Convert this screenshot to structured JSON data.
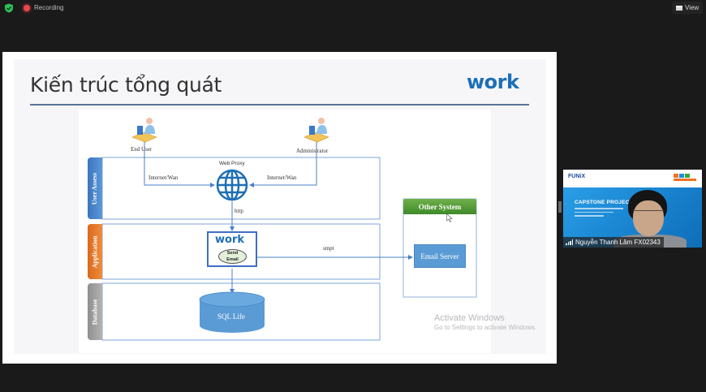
{
  "topbar": {
    "recording_label": "Recording",
    "view_label": "View",
    "colors": {
      "shield": "#2fbf5a",
      "recording": "#e5484d"
    }
  },
  "slide": {
    "title": "Kiến trúc tổng quát",
    "logo_text": "work",
    "diagram": {
      "actors": {
        "end_user": "End User",
        "administrator": "Administrator"
      },
      "links": {
        "internet_left": "Internet/Wan",
        "internet_right": "Internet/Wan",
        "http": "http",
        "smtp": "smpt"
      },
      "web_proxy_label": "Web Proxy",
      "lanes": [
        {
          "label": "User Assess",
          "color": "#4a86c8"
        },
        {
          "label": "Application",
          "color": "#e87b2c"
        },
        {
          "label": "Database",
          "color": "#a0a0a0"
        }
      ],
      "app_box": {
        "logo_text": "work",
        "send_email_line1": "Send",
        "send_email_line2": "Email"
      },
      "database_label": "SQL Life",
      "other_system": {
        "title": "Other System",
        "server_label": "Email Server"
      }
    }
  },
  "watermark": {
    "line1": "Activate Windows",
    "line2": "Go to Settings to activate Windows."
  },
  "video_tile": {
    "brand_left": "FUNiX",
    "headline": "CAPSTONE PROJECT",
    "participant_name": "Nguyễn Thanh Lâm FX02343"
  }
}
